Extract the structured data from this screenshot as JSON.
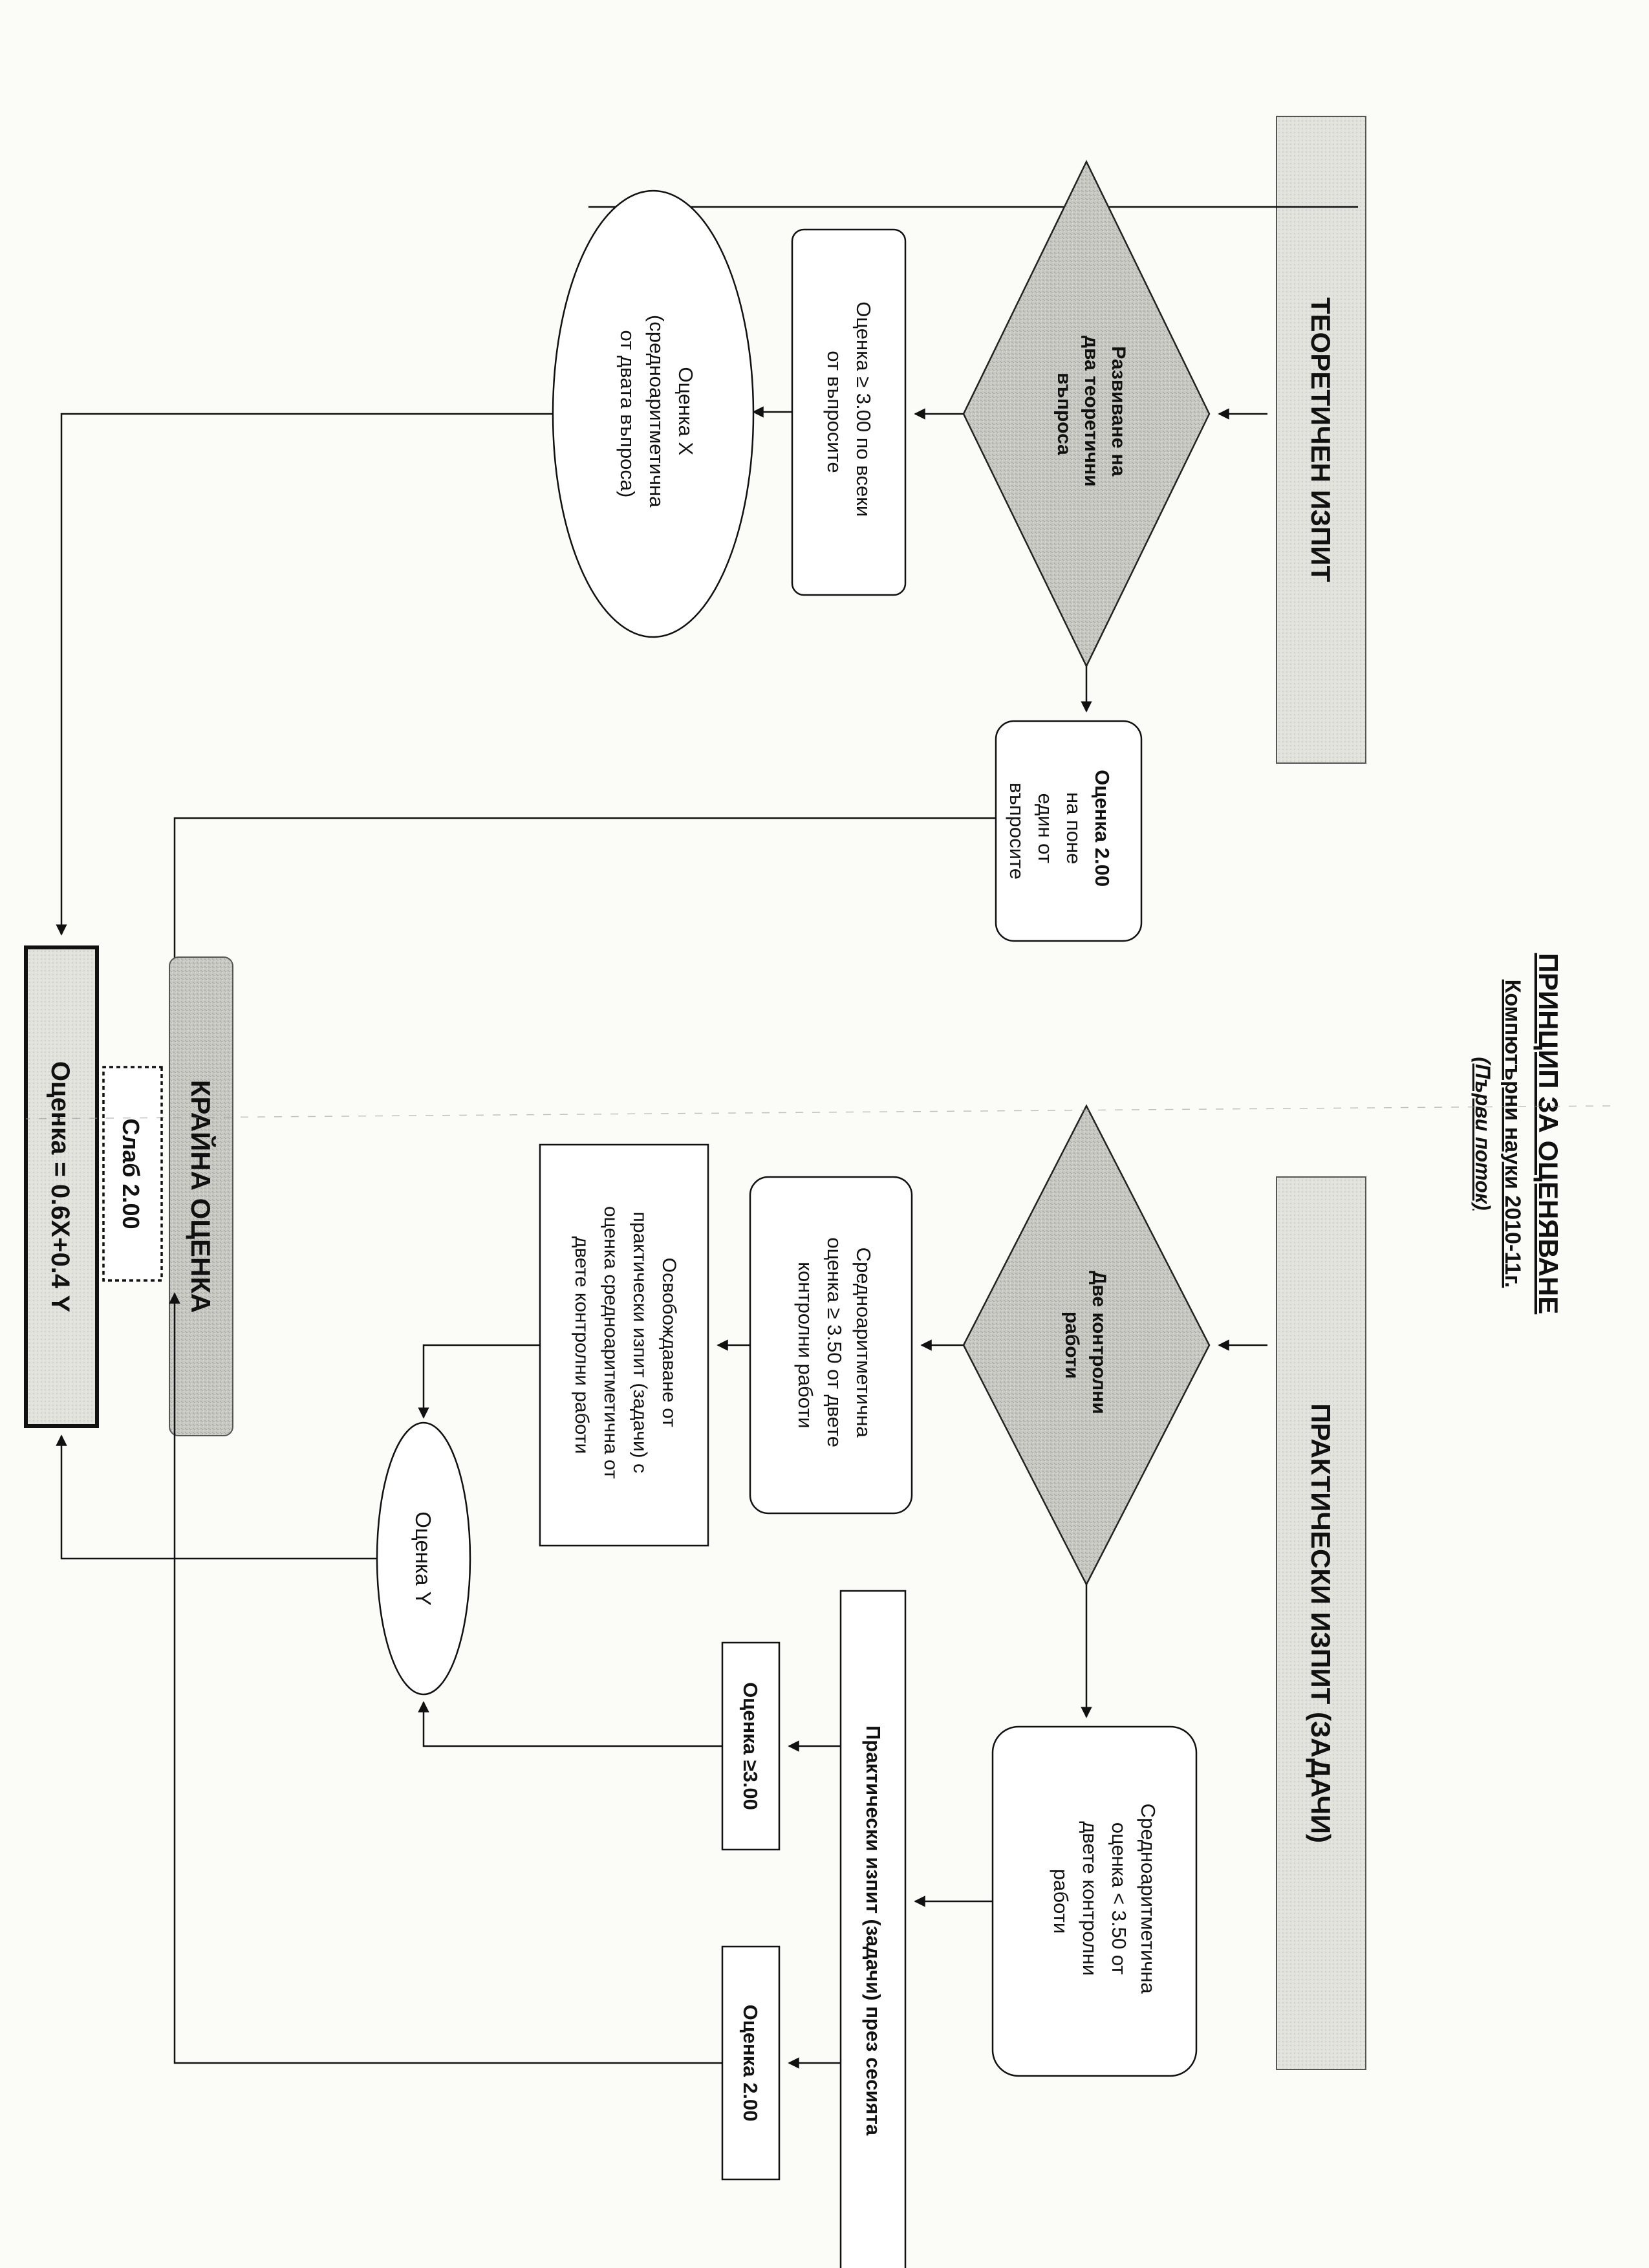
{
  "header": {
    "title": "ПРИНЦИП ЗА ОЦЕНЯВАНЕ",
    "subtitle": "Компютърни науки 2010-11г.",
    "stream": "(Първи поток)"
  },
  "theory": {
    "title": "ТЕОРЕТИЧЕН ИЗПИТ",
    "decision": [
      "Развиване на",
      "два теоретични",
      "въпроса"
    ],
    "pass_box": [
      "Оценка ≥ 3.00 по всеки",
      "от въпросите"
    ],
    "fail_box": [
      "Оценка 2.00",
      "на поне",
      "един от",
      "въпросите"
    ],
    "grade_x": [
      "Оценка X",
      "(средноаритметична",
      "от двата въпроса)"
    ]
  },
  "practice": {
    "title": "ПРАКТИЧЕСКИ ИЗПИТ (ЗАДАЧИ)",
    "decision": [
      "Две контролни",
      "работи"
    ],
    "high_avg_box": [
      "Средноаритметична",
      "оценка ≥ 3.50 от двете",
      "контролни работи"
    ],
    "exemption_box": [
      "Освобождаване от",
      "практически изпит (задачи) с",
      "оценка средноаритметична от",
      "двете контролни работи"
    ],
    "low_avg_box": [
      "Средноаритметична",
      "оценка < 3.50 от",
      "двете контролни",
      "работи"
    ],
    "session_exam": "Практически изпит (задачи) през сесията",
    "pass_box": "Оценка ≥3.00",
    "fail_box": "Оценка 2.00",
    "grade_y": "Оценка Y"
  },
  "final": {
    "title": "КРАЙНА ОЦЕНКА",
    "weak": "Слаб 2.00",
    "formula": "Оценка = 0.6X+0.4 Y"
  },
  "colors": {
    "shade": "#c8c8c3",
    "shade_dark": "#aaa9a4",
    "line": "#111111"
  }
}
